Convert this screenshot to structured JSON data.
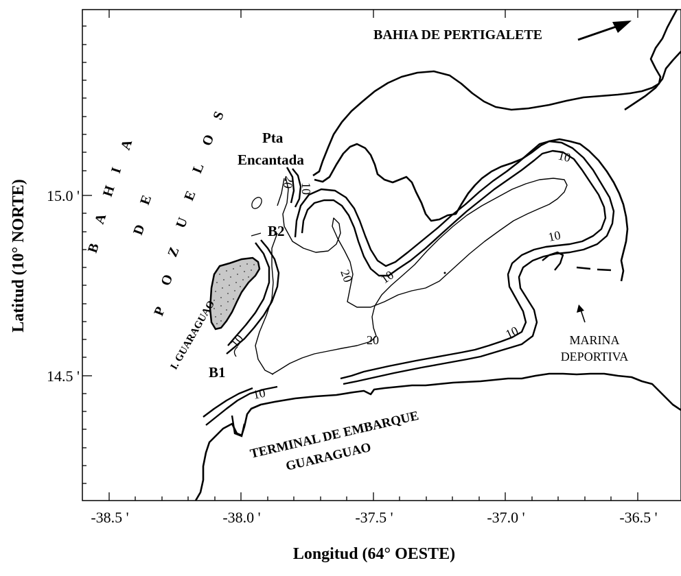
{
  "axes": {
    "x_title": "Longitud (64° OESTE)",
    "y_title": "Latitud (10° NORTE)",
    "x_ticks": [
      "-38.5 '",
      "-38.0 '",
      "-37.5 '",
      "-37.0 '",
      "-36.5 '"
    ],
    "y_ticks": [
      "15.0 '",
      "14.5 '"
    ]
  },
  "labels": {
    "bahia_pertigalete": "BAHIA DE PERTIGALETE",
    "bahia_pozuelos_bahia": [
      "B",
      "A",
      "H",
      "I",
      "A"
    ],
    "bahia_pozuelos_de": [
      "D",
      "E"
    ],
    "bahia_pozuelos_pozuelos": [
      "P",
      "O",
      "Z",
      "U",
      "E",
      "L",
      "O",
      "S"
    ],
    "pta": "Pta",
    "encantada": "Encantada",
    "station_b1": "B1",
    "station_b2": "B2",
    "island": "I. GUARAGUAO",
    "terminal_line1": "TERMINAL DE EMBARQUE",
    "terminal_line2": "GUARAGUAO",
    "marina_line1": "MARINA",
    "marina_line2": "DEPORTIVA"
  },
  "contours": {
    "c10_a": "10",
    "c10_b": "10",
    "c10_c": "10",
    "c10_d": "10",
    "c10_e": "10",
    "c10_f": "10",
    "c10_g": "10",
    "c20_a": "20",
    "c20_b": "20",
    "c20_c": "20"
  }
}
